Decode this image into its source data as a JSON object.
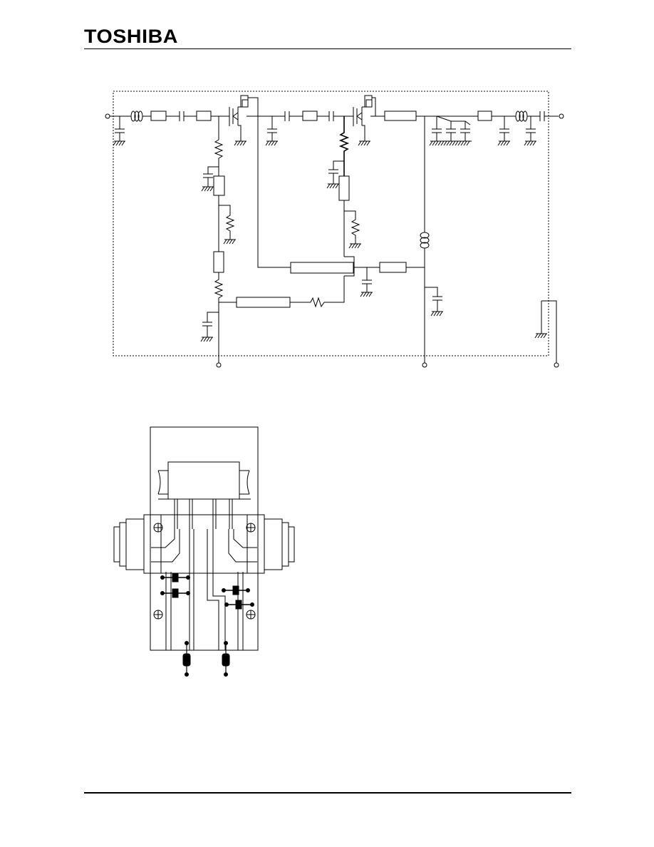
{
  "header": {
    "brand": "TOSHIBA"
  },
  "figures": [
    {
      "kind": "equivalent-circuit-schematic"
    },
    {
      "kind": "module-package-test-fixture"
    }
  ],
  "colors": {
    "ink": "#000000",
    "paper": "#ffffff"
  }
}
